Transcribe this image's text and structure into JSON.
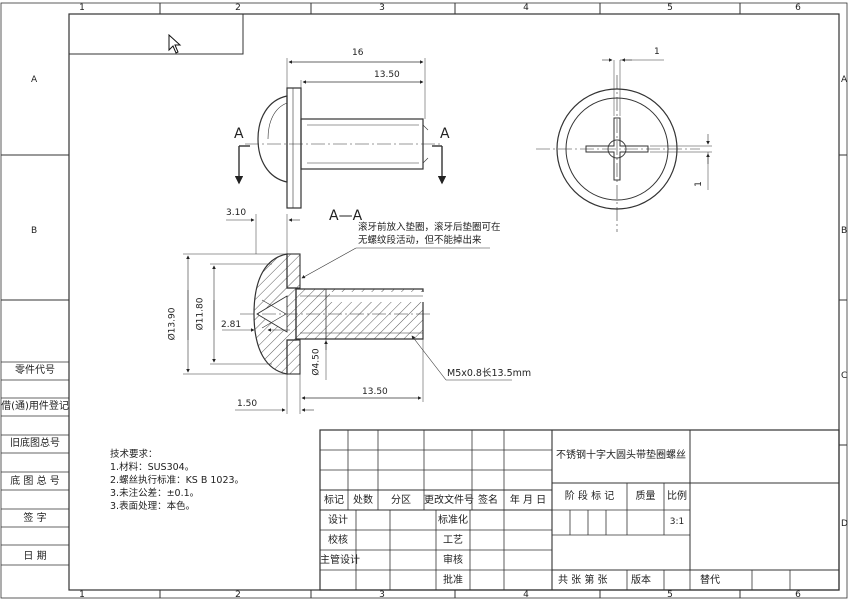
{
  "zones": {
    "top": [
      "1",
      "2",
      "3",
      "4",
      "5",
      "6"
    ],
    "bottom": [
      "1",
      "2",
      "3",
      "4",
      "5",
      "6"
    ],
    "left": [
      "A",
      "B"
    ],
    "right": [
      "A",
      "B",
      "C",
      "D"
    ]
  },
  "left_panel": [
    "零件代号",
    "借(通)用件登记",
    "旧底图总号",
    "底 图 总 号",
    "签   字",
    "日   期"
  ],
  "section_label": "A—A",
  "cut_marks": {
    "left": "A",
    "right": "A"
  },
  "note_text": {
    "line1": "滚牙前放入垫圈，滚牙后垫圈可在",
    "line2": "无螺纹段活动，但不能掉出来"
  },
  "dimensions": {
    "overall": "16",
    "shank_top": "13.50",
    "small": "1",
    "side_small": "1",
    "head_h": "3.10",
    "dia_head": "Ø13.90",
    "dia_washer": "Ø11.80",
    "depth": "2.81",
    "washer_t": "1.50",
    "dia_shank": "Ø4.50",
    "shank_bottom": "13.50",
    "thread": "M5x0.8长13.5mm"
  },
  "tech_req": {
    "title": "技术要求：",
    "items": [
      "1.材料：SUS304。",
      "2.螺丝执行标准：KS B 1023。",
      "3.未注公差：±0.1。",
      "3.表面处理：本色。"
    ]
  },
  "title_block": {
    "part_name": "不锈钢十字大圆头带垫圈螺丝",
    "rev_headers": [
      "标记",
      "处数",
      "分区",
      "更改文件号",
      "签名",
      "年 月 日"
    ],
    "rows_left": [
      "设计",
      "校核",
      "主管设计"
    ],
    "rows_mid": [
      "标准化",
      "工艺",
      "审核",
      "批准"
    ],
    "stage_label": "阶 段 标 记",
    "mass_label": "质量",
    "scale_label": "比例",
    "scale_value": "3:1",
    "sheet_info": "共  张  第  张",
    "version_label": "版本",
    "replace_label": "替代"
  }
}
